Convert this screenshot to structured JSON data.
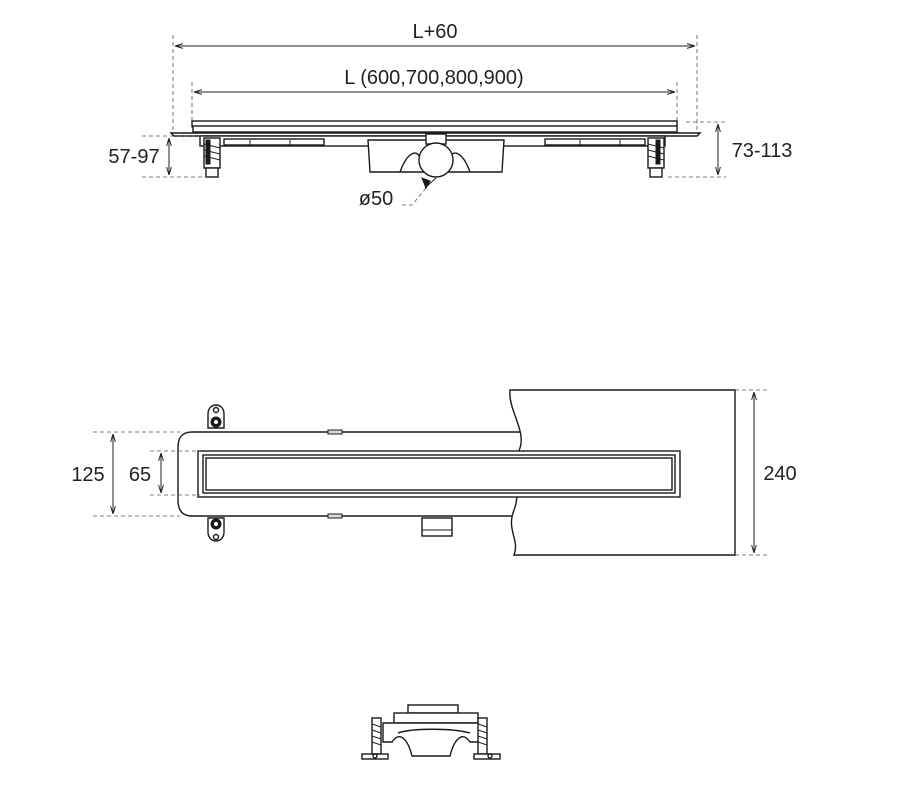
{
  "dimensions": {
    "overall_length": "L+60",
    "channel_length": "L (600,700,800,900)",
    "foot_height_left": "57-97",
    "total_height_right": "73-113",
    "outlet_diameter": "ø50",
    "body_width": "125",
    "grate_width": "65",
    "floor_width": "240"
  },
  "colors": {
    "line": "#1a1a1a",
    "dimension": "#222222",
    "background": "#ffffff"
  }
}
